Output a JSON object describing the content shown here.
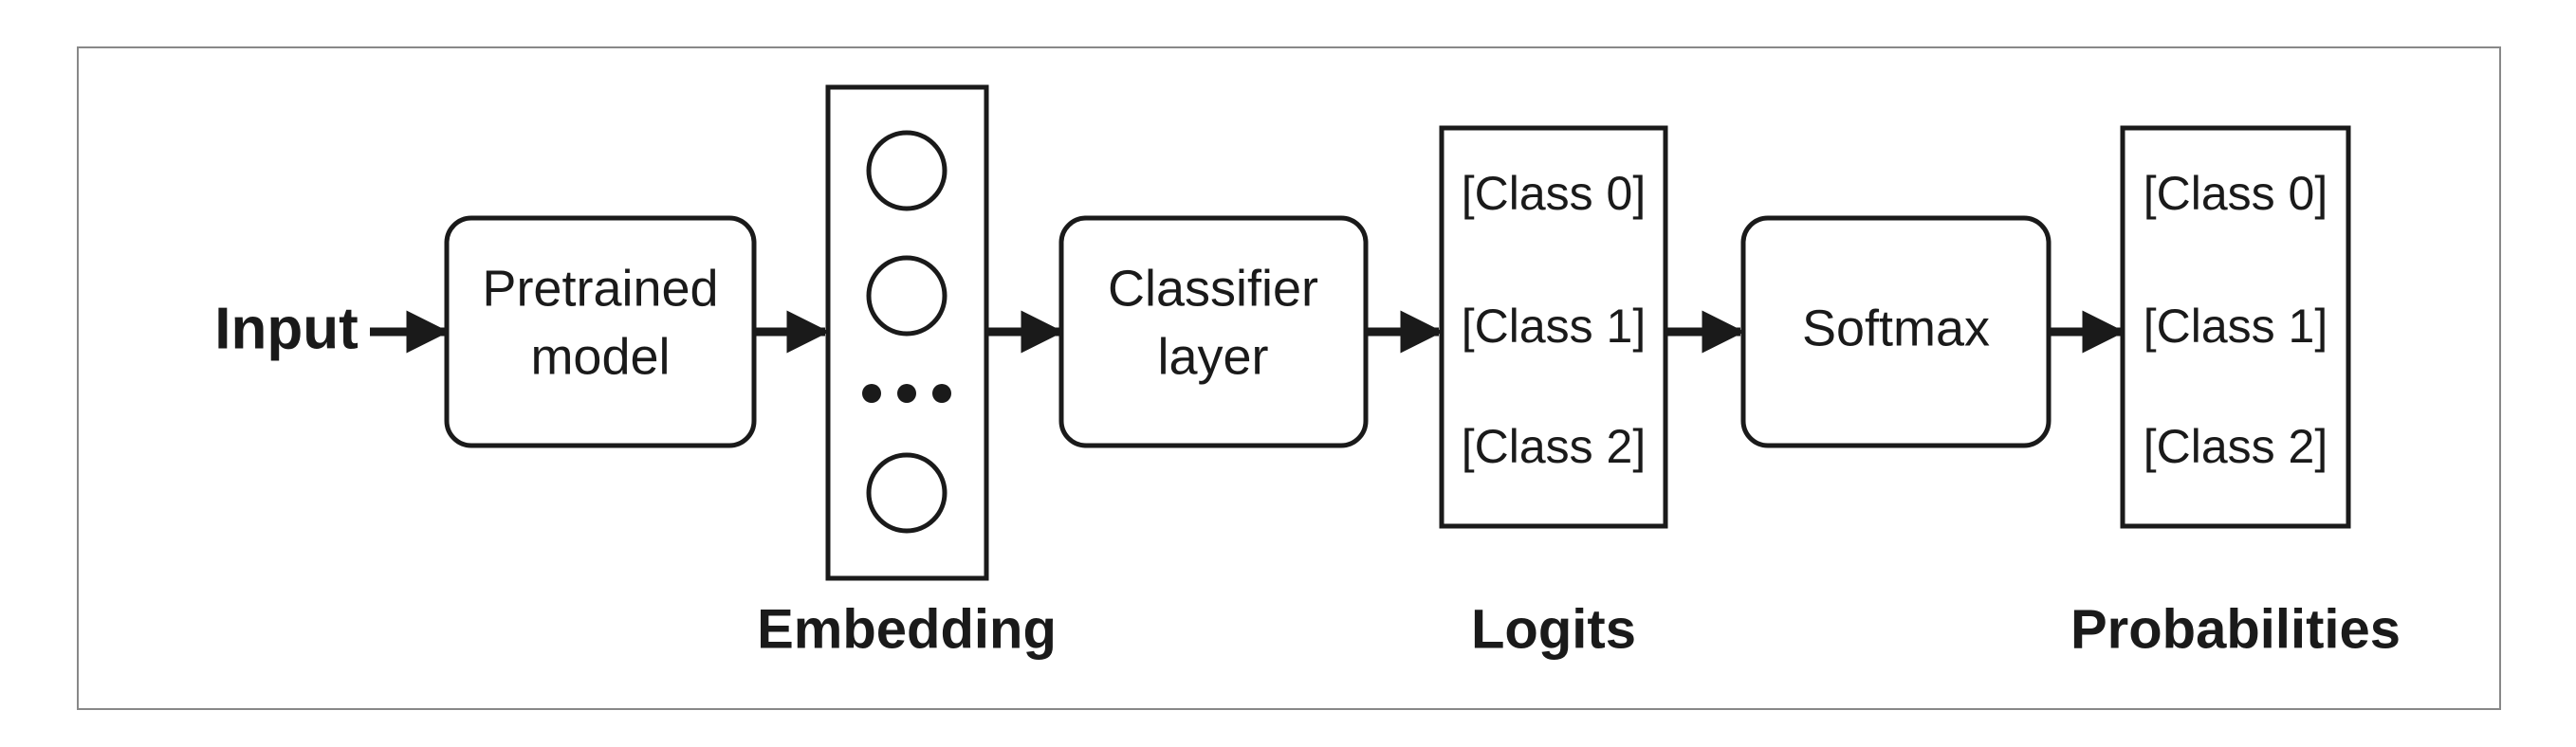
{
  "input_label": "Input",
  "pretrained": {
    "line1": "Pretrained",
    "line2": "model"
  },
  "embedding": {
    "label": "Embedding"
  },
  "classifier": {
    "line1": "Classifier",
    "line2": "layer"
  },
  "logits": {
    "label": "Logits",
    "items": [
      "[Class 0]",
      "[Class 1]",
      "[Class 2]"
    ]
  },
  "softmax": {
    "label": "Softmax"
  },
  "probabilities": {
    "label": "Probabilities",
    "items": [
      "[Class 0]",
      "[Class 1]",
      "[Class 2]"
    ]
  },
  "colors": {
    "stroke": "#1a1a1a",
    "frame": "#888888",
    "background": "#ffffff"
  }
}
